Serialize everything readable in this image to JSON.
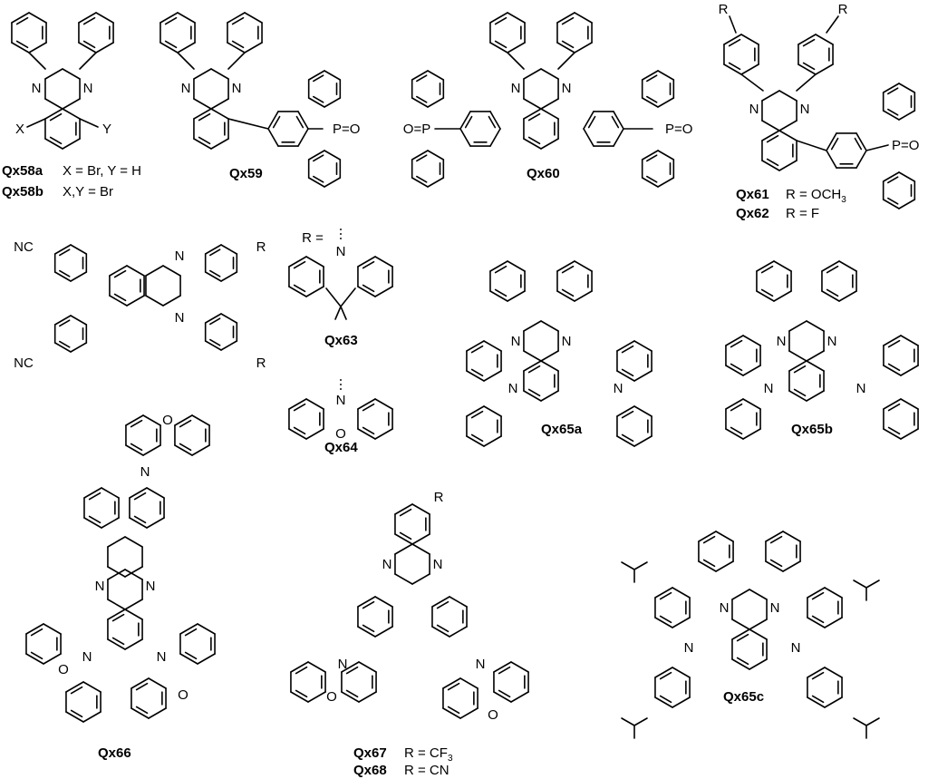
{
  "compounds": [
    {
      "id": "Qx58a",
      "label": "Qx58a",
      "note": "X = Br, Y = H"
    },
    {
      "id": "Qx58b",
      "label": "Qx58b",
      "note": "X,Y = Br"
    },
    {
      "id": "Qx59",
      "label": "Qx59"
    },
    {
      "id": "Qx60",
      "label": "Qx60"
    },
    {
      "id": "Qx61",
      "label": "Qx61",
      "note": "R = OCH"
    },
    {
      "id": "Qx62",
      "label": "Qx62",
      "note": "R = F"
    },
    {
      "id": "Qx63",
      "label": "Qx63"
    },
    {
      "id": "Qx64",
      "label": "Qx64"
    },
    {
      "id": "Qx65a",
      "label": "Qx65a"
    },
    {
      "id": "Qx65b",
      "label": "Qx65b"
    },
    {
      "id": "Qx65c",
      "label": "Qx65c"
    },
    {
      "id": "Qx66",
      "label": "Qx66"
    },
    {
      "id": "Qx67",
      "label": "Qx67",
      "note": "R = CF"
    },
    {
      "id": "Qx68",
      "label": "Qx68",
      "note": "R = CN"
    }
  ],
  "atoms": {
    "N": "N",
    "O": "O",
    "P": "P",
    "X": "X",
    "Y": "Y",
    "R": "R",
    "NC": "NC",
    "R_eq": "R =",
    "P_O": "P=O",
    "O_P": "O=P",
    "sub3": "3"
  }
}
